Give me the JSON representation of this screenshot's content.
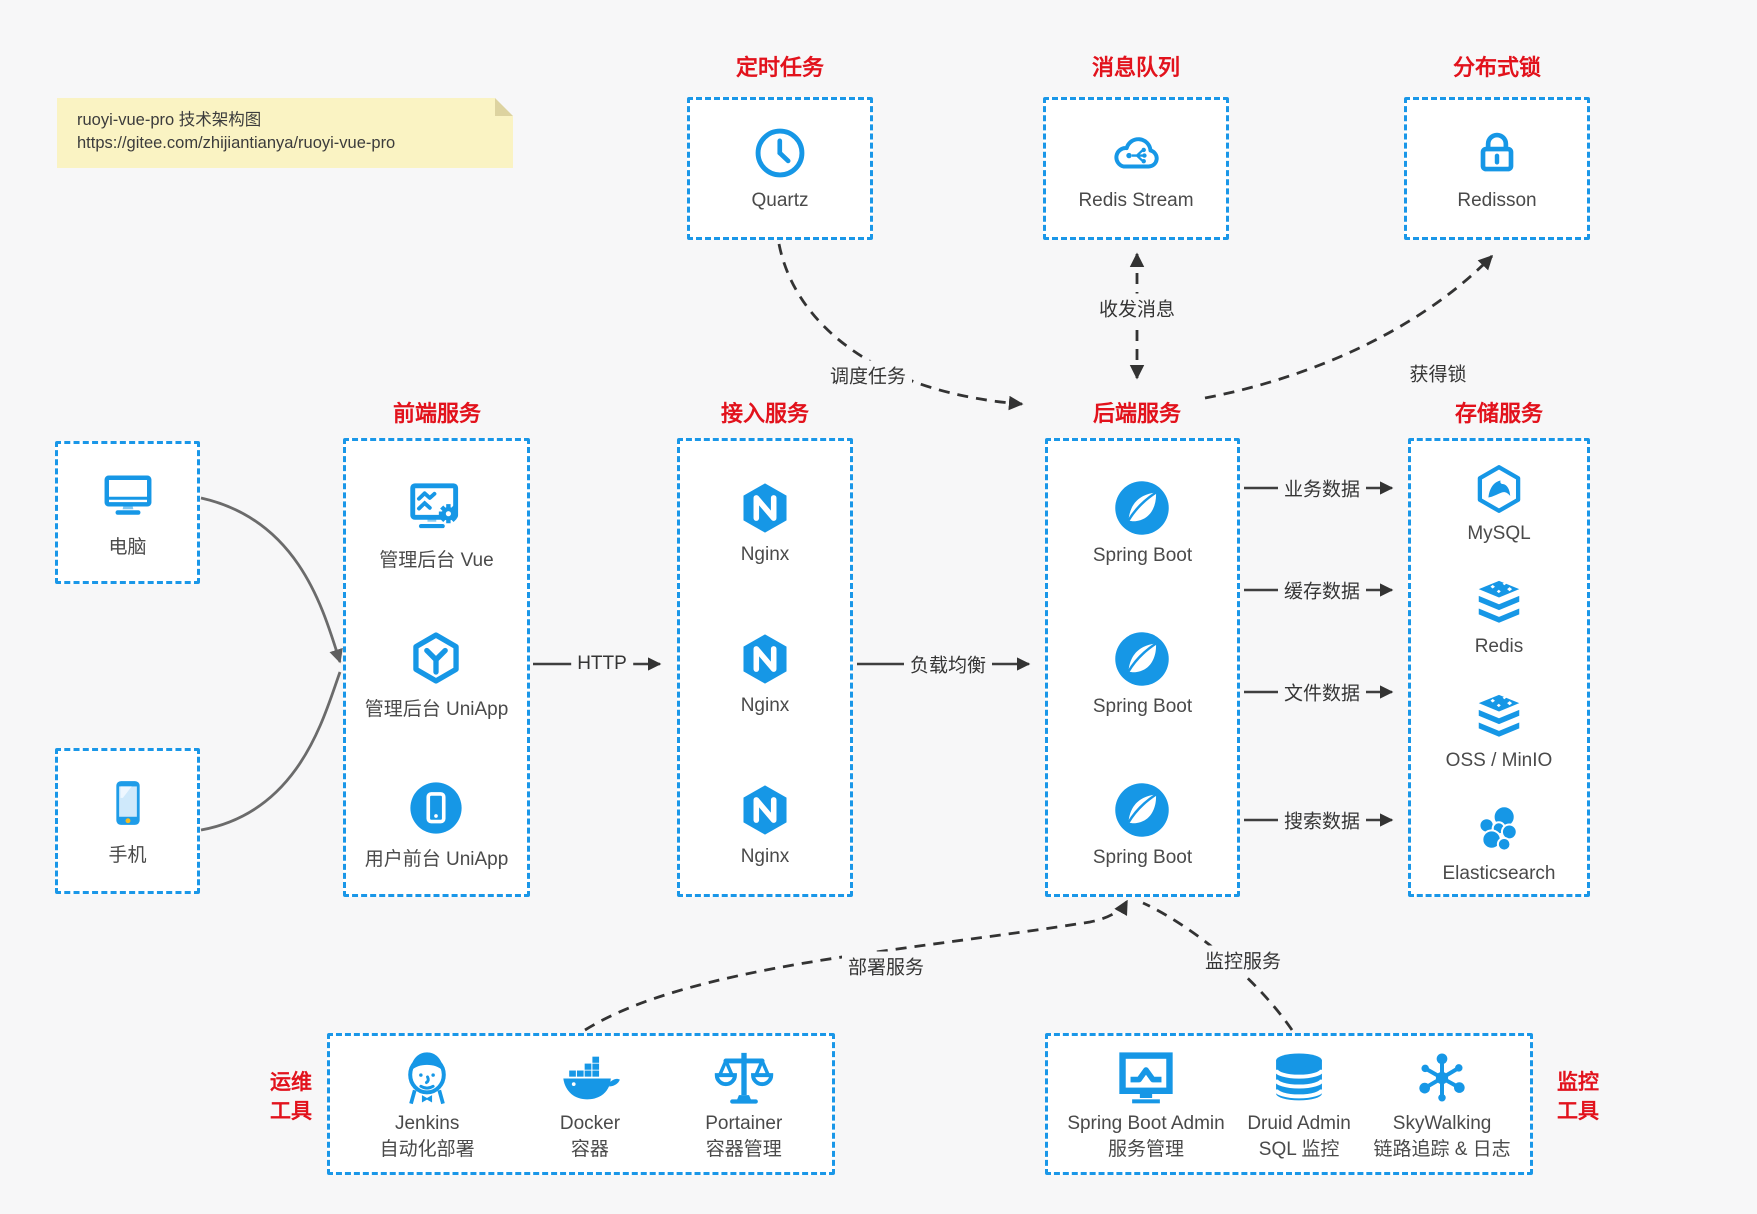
{
  "note": {
    "line1": "ruoyi-vue-pro 技术架构图",
    "line2": "https://gitee.com/zhijiantianya/ruoyi-vue-pro"
  },
  "colors": {
    "primary_blue": "#1a97e8",
    "title_red": "#e2121c",
    "arrow_dark": "#333333",
    "background": "#f7f7f8",
    "note_yellow": "#faf3c3"
  },
  "top_services": [
    {
      "title": "定时任务",
      "label": "Quartz",
      "icon": "clock-icon"
    },
    {
      "title": "消息队列",
      "label": "Redis Stream",
      "icon": "cloud-share-icon"
    },
    {
      "title": "分布式锁",
      "label": "Redisson",
      "icon": "lock-icon"
    }
  ],
  "clients": [
    {
      "label": "电脑",
      "icon": "desktop-icon"
    },
    {
      "label": "手机",
      "icon": "smartphone-icon"
    }
  ],
  "tiers": [
    {
      "title": "前端服务",
      "items": [
        {
          "label": "管理后台 Vue",
          "icon": "admin-vue-icon"
        },
        {
          "label": "管理后台 UniApp",
          "icon": "uniapp-hexagon-icon"
        },
        {
          "label": "用户前台 UniApp",
          "icon": "user-app-icon"
        }
      ]
    },
    {
      "title": "接入服务",
      "items": [
        {
          "label": "Nginx",
          "icon": "nginx-icon"
        },
        {
          "label": "Nginx",
          "icon": "nginx-icon"
        },
        {
          "label": "Nginx",
          "icon": "nginx-icon"
        }
      ]
    },
    {
      "title": "后端服务",
      "items": [
        {
          "label": "Spring Boot",
          "icon": "spring-boot-icon"
        },
        {
          "label": "Spring Boot",
          "icon": "spring-boot-icon"
        },
        {
          "label": "Spring Boot",
          "icon": "spring-boot-icon"
        }
      ]
    },
    {
      "title": "存储服务",
      "items": [
        {
          "label": "MySQL",
          "icon": "mysql-icon"
        },
        {
          "label": "Redis",
          "icon": "redis-stack-icon"
        },
        {
          "label": "OSS / MinIO",
          "icon": "oss-stack-icon"
        },
        {
          "label": "Elasticsearch",
          "icon": "elasticsearch-icon"
        }
      ]
    }
  ],
  "edges": {
    "http": "HTTP",
    "load_balance": "负载均衡",
    "business_data": "业务数据",
    "cache_data": "缓存数据",
    "file_data": "文件数据",
    "search_data": "搜索数据",
    "schedule_task": "调度任务",
    "send_receive_message": "收发消息",
    "acquire_lock": "获得锁",
    "deploy_service": "部署服务",
    "monitor_service": "监控服务"
  },
  "ops_tools": {
    "side_label_line1": "运维",
    "side_label_line2": "工具",
    "items": [
      {
        "name": "Jenkins",
        "desc": "自动化部署",
        "icon": "jenkins-icon"
      },
      {
        "name": "Docker",
        "desc": "容器",
        "icon": "docker-whale-icon"
      },
      {
        "name": "Portainer",
        "desc": "容器管理",
        "icon": "scales-icon"
      }
    ]
  },
  "monitor_tools": {
    "side_label_line1": "监控",
    "side_label_line2": "工具",
    "items": [
      {
        "name": "Spring Boot Admin",
        "desc": "服务管理",
        "icon": "monitor-chart-icon"
      },
      {
        "name": "Druid Admin",
        "desc": "SQL 监控",
        "icon": "database-icon"
      },
      {
        "name": "SkyWalking",
        "desc": "链路追踪 & 日志",
        "icon": "topology-icon"
      }
    ]
  }
}
